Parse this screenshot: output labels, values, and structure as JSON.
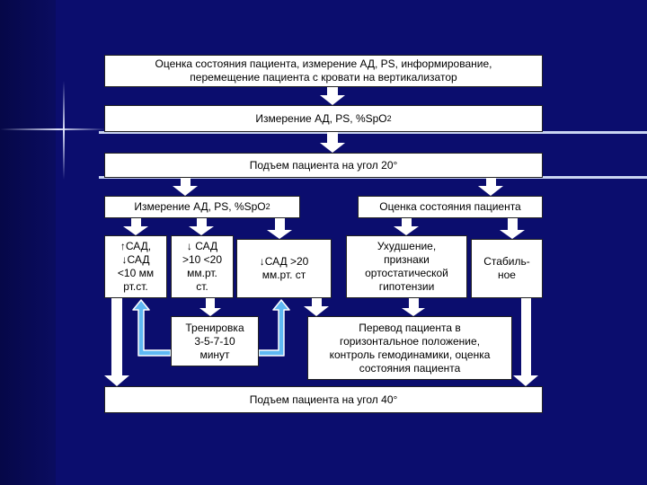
{
  "colors": {
    "background": "#0b0d6e",
    "box_fill": "#ffffff",
    "arrow_white": "#ffffff",
    "arrow_blue": "#5fb8f2"
  },
  "boxes": {
    "assessment_top": "Оценка состояния пациента, измерение АД, PS, информирование,\nперемещение  пациента с кровати на вертикализатор",
    "measure_1": "Измерение АД, PS, %Sp",
    "measure_1_o2": "O",
    "measure_1_sub": "2",
    "lift_20": "Подъем пациента на угол 20°",
    "measure_2": "Измерение АД, PS, %Sp",
    "measure_2_o2": "O",
    "measure_2_sub": "2",
    "assessment_right": "Оценка состояния пациента",
    "sad_up": "↑САД,\n↓САД\n<10 мм\nрт.ст.",
    "sad_down_range": "↓ САД\n>10 <20\nмм.рт.\nст.",
    "sad_down_20": "↓САД  >20\nмм.рт. ст",
    "worsening": "Ухудшение,\nпризнаки\nортостатической\nгипотензии",
    "stable": "Стабиль-\nное",
    "training": "Тренировка\n3-5-7-10\nминут",
    "transfer": "Перевод пациента в\nгоризонтальное положение,\nконтроль гемодинамики, оценка\nсостояния пациента",
    "lift_40": "Подъем пациента на угол 40°"
  }
}
